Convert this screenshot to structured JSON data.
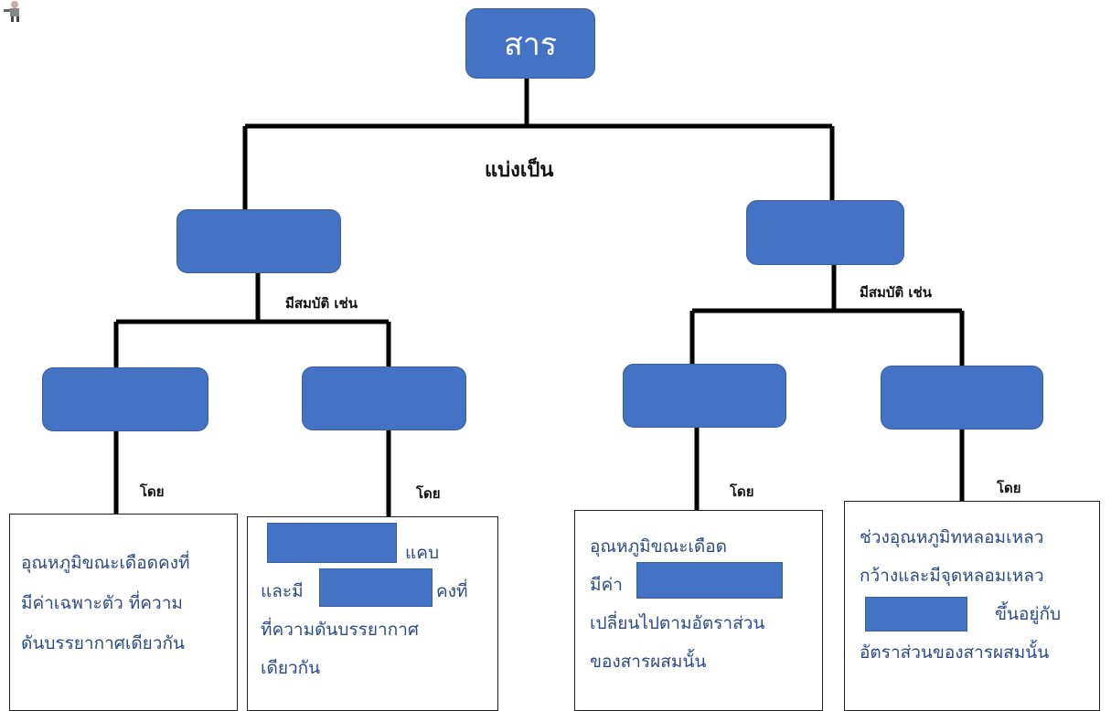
{
  "root": {
    "label": "สาร"
  },
  "connectors": {
    "divide": "แบ่งเป็น",
    "property_left": "มีสมบัติ เช่น",
    "property_right": "มีสมบัติ เช่น",
    "by": "โดย"
  },
  "boxes": {
    "box1": {
      "lines": [
        "อุณหภูมิขณะเดือดคงที่",
        "มีค่าเฉพาะตัว ที่ความ",
        "ดันบรรยากาศเดียวกัน"
      ]
    },
    "box2": {
      "line1_suffix": "แคบ",
      "line2_prefix": "และมี",
      "line2_suffix": "คงที่",
      "line3": "ที่ความดันบรรยากาศ",
      "line4": "เดียวกัน"
    },
    "box3": {
      "line1": "อุณหภูมิขณะเดือด",
      "line2_prefix": "มีค่า",
      "line3": "เปลี่ยนไปตามอัตราส่วน",
      "line4": "ของสารผสมนั้น"
    },
    "box4": {
      "line1": "ช่วงอุณหภูมิทหลอมเหลว",
      "line2": "กว้างและมีจุดหลอมเหลว",
      "line3_suffix": "ขึ้นอยู่กับ",
      "line4": "อัตราส่วนของสารผสมนั้น"
    }
  },
  "colors": {
    "node_fill": "#4472c4",
    "box_text": "#2c4a86",
    "line": "#000000"
  },
  "icons": {
    "corner": "cartoon-figure-icon"
  }
}
